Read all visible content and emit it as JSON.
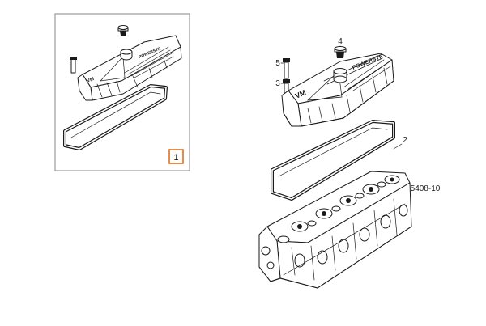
{
  "diagram": {
    "kit": {
      "item_number": "1",
      "highlight_color": "#e07020"
    },
    "callouts": [
      {
        "id": "bolt-long",
        "label": "5"
      },
      {
        "id": "bolt-short",
        "label": "3"
      },
      {
        "id": "oil-cap",
        "label": "4"
      },
      {
        "id": "gasket",
        "label": "2"
      }
    ],
    "reference_code": "5408-10",
    "emboss_text": {
      "brand_left": "VM",
      "brand_right": "POWERSTR"
    }
  }
}
